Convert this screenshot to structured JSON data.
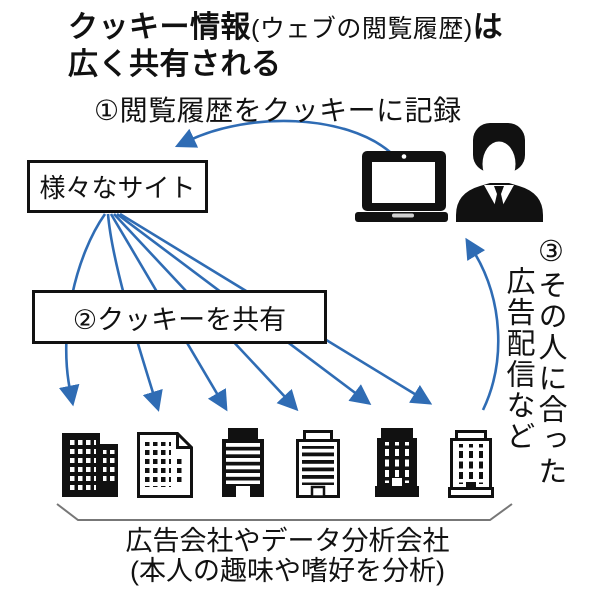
{
  "title": {
    "main_bold": "クッキー情報",
    "paren": "(ウェブの閲覧履歴)",
    "suffix_bold": "は",
    "line2_bold": "広く共有される"
  },
  "flow": {
    "step1_label": "①閲覧履歴をクッキーに記録",
    "sites_box_label": "様々なサイト",
    "step2_box_label": "②クッキーを共有",
    "step3_line1": "③その人に合った",
    "step3_line2": "広告配信など",
    "companies_caption_line1": "広告会社やデータ分析会社",
    "companies_caption_line2": "(本人の趣味や嗜好を分析)"
  },
  "icons": {
    "laptop": "laptop-icon",
    "person": "businessman-icon",
    "building": "office-building-icon",
    "building_count": 6
  },
  "colors": {
    "arrow_blue": "#2f6cb4",
    "ink_black": "#111111",
    "background": "#ffffff",
    "brace_gray": "#777777"
  }
}
